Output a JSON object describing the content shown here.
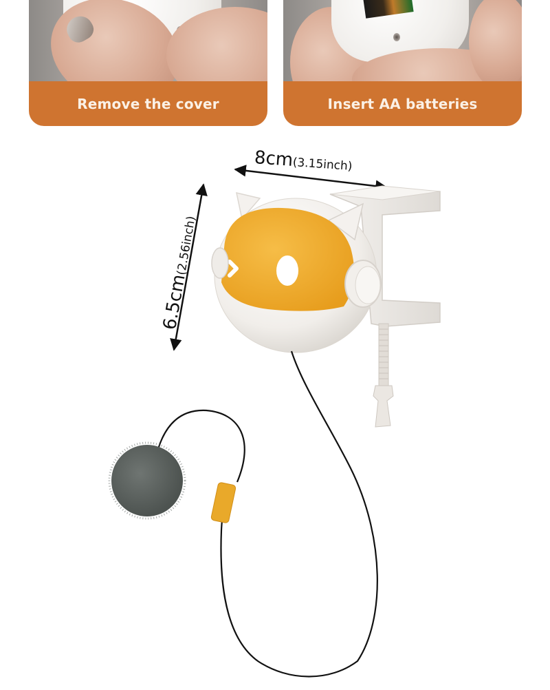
{
  "steps": [
    {
      "label": "Remove the cover",
      "photo": "hand-removing-cover-photo"
    },
    {
      "label": "Insert AA batteries",
      "photo": "hand-holding-battery-compartment-photo"
    }
  ],
  "dimensions": {
    "width": {
      "metric": "8cm",
      "imperial": "(3.15inch)"
    },
    "height": {
      "metric": "6.5cm",
      "imperial": "(2.56inch)"
    }
  },
  "product": {
    "name": "cat-head clamp toy",
    "colors": {
      "body": "#f1eeea",
      "face": "#eeaa2a",
      "pompom": "#5d6360",
      "bead": "#e9a92a",
      "string": "#111111",
      "label_bar": "#cf7430"
    }
  }
}
